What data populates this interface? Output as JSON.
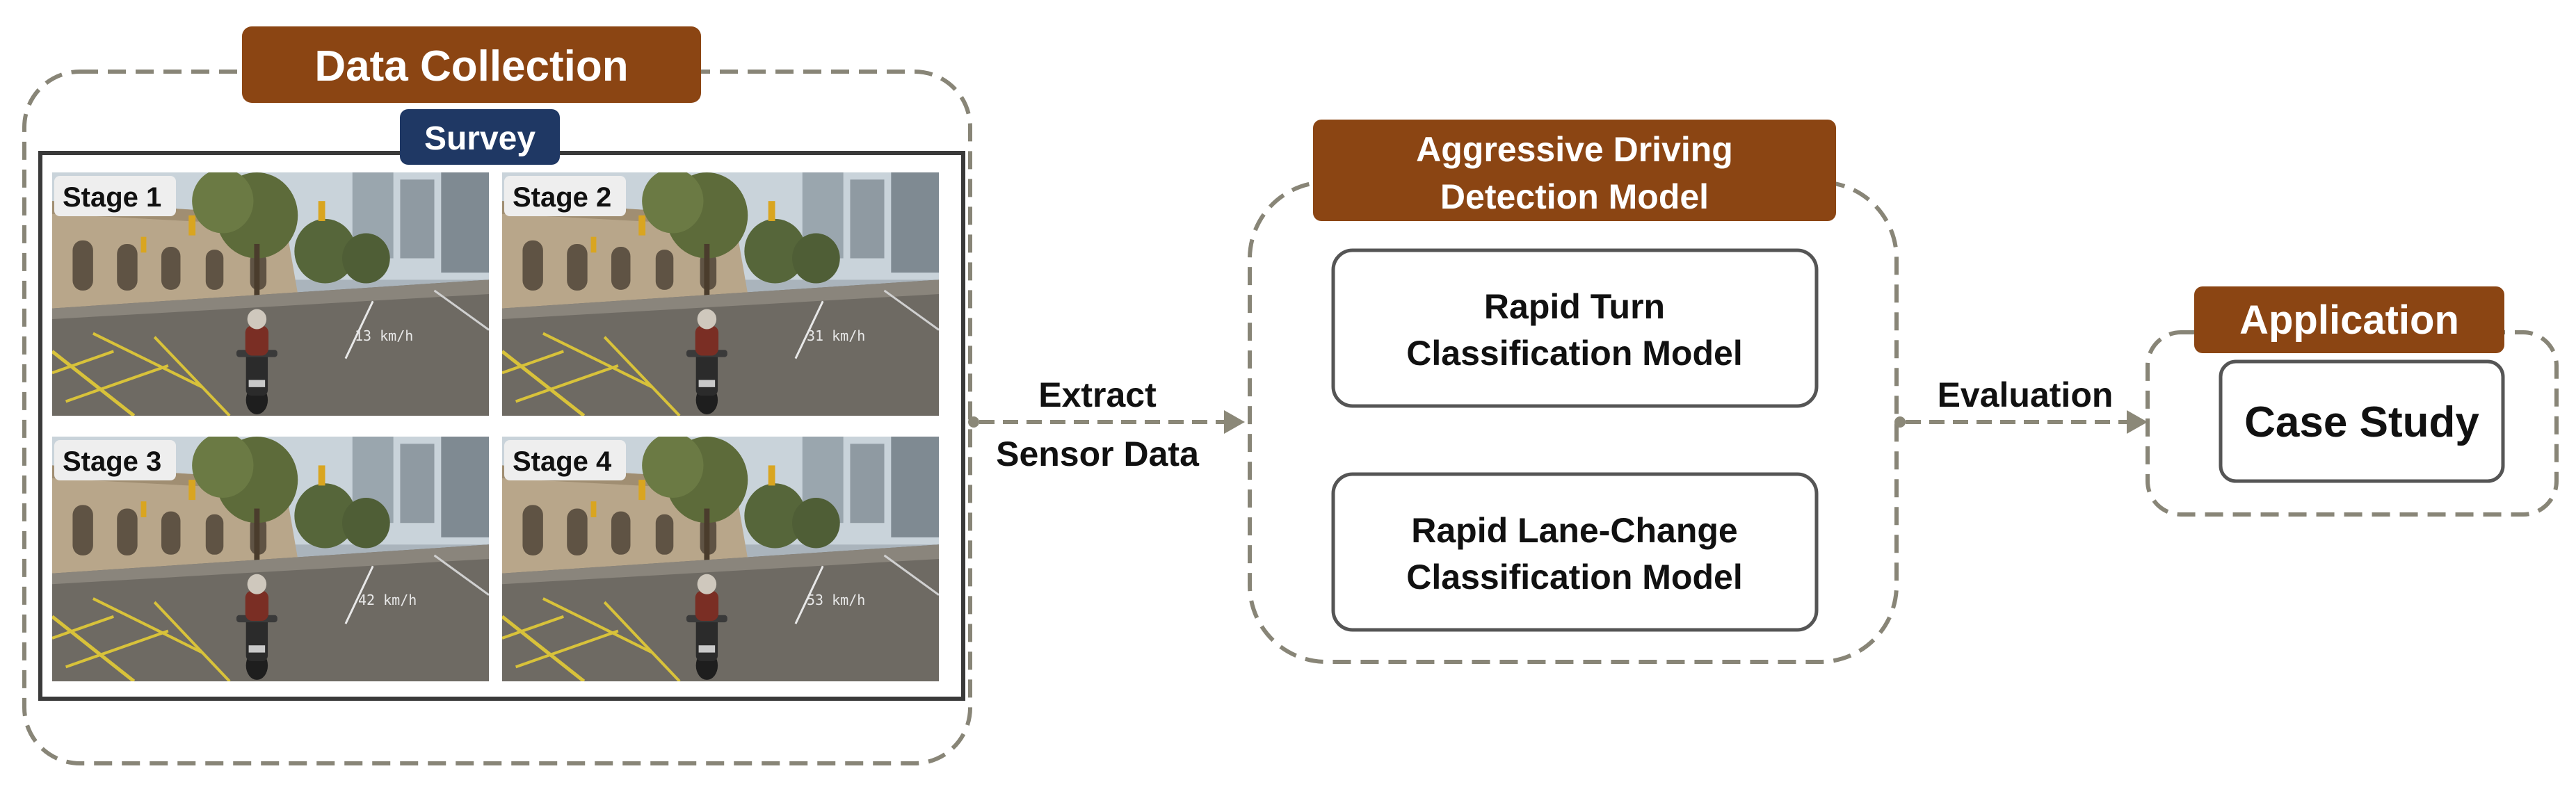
{
  "colors": {
    "header_fill": "#8b4513",
    "survey_fill": "#1f3864",
    "dashed_border": "#888577",
    "arrow": "#8b8878",
    "box_border": "#555555"
  },
  "data_collection": {
    "title": "Data Collection",
    "survey_label": "Survey",
    "stages": [
      {
        "label": "Stage 1",
        "speed": "13 km/h"
      },
      {
        "label": "Stage 2",
        "speed": "31 km/h"
      },
      {
        "label": "Stage 3",
        "speed": "42 km/h"
      },
      {
        "label": "Stage 4",
        "speed": "53 km/h"
      }
    ]
  },
  "arrow_extract": {
    "line1": "Extract",
    "line2": "Sensor Data"
  },
  "detection": {
    "title_line1": "Aggressive Driving",
    "title_line2": "Detection Model",
    "models": [
      {
        "line1": "Rapid Turn",
        "line2": "Classification Model"
      },
      {
        "line1": "Rapid Lane-Change",
        "line2": "Classification Model"
      }
    ]
  },
  "arrow_evaluation": {
    "label": "Evaluation"
  },
  "application": {
    "title": "Application",
    "case_label": "Case Study"
  }
}
